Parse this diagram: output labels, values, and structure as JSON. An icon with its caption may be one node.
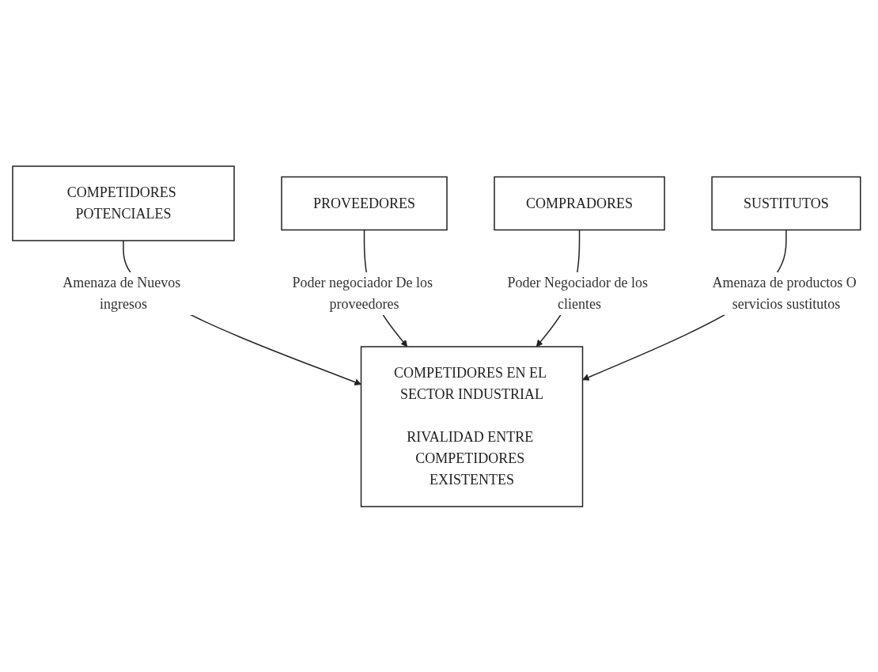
{
  "diagram": {
    "nodes": [
      {
        "text": [
          "COMPETIDORES POTENCIALES"
        ]
      },
      {
        "text": [
          "COMPETIDORES EN EL SECTOR INDUSTRIAL",
          "RIVALIDAD ENTRE COMPETIDORES EXISTENTES"
        ]
      },
      {
        "text": [
          "PROVEEDORES"
        ]
      },
      {
        "text": [
          "COMPRADORES"
        ]
      },
      {
        "text": [
          "SUSTITUTOS"
        ]
      }
    ],
    "edges": [
      {
        "from": 0,
        "to": 1,
        "arrow": "to",
        "label": "Amenaza de Nuevos ingresos"
      },
      {
        "from": 2,
        "to": 1,
        "arrow": "to",
        "label": "Poder negociador De los proveedores"
      },
      {
        "from": 3,
        "to": 1,
        "arrow": "to",
        "label": "Poder Negociador de los clientes"
      },
      {
        "from": 4,
        "to": 1,
        "arrow": "to",
        "label": "Amenaza de productos O servicios sustitutos"
      }
    ]
  }
}
